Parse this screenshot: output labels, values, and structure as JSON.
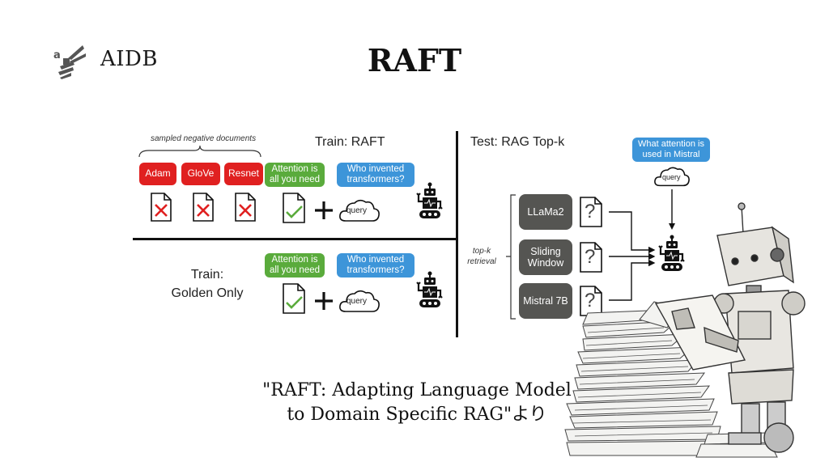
{
  "header": {
    "brand": "AIDB",
    "title": "RAFT",
    "logo_icon": "bee-logo-icon"
  },
  "diagram": {
    "train_raft": {
      "title": "Train: RAFT",
      "negatives_label": "sampled negative documents",
      "negative_docs": [
        "Adam",
        "GloVe",
        "Resnet"
      ],
      "golden_doc": "Attention is all you need",
      "question": "Who invented transformers?",
      "query_label": "query"
    },
    "train_golden": {
      "title_line1": "Train:",
      "title_line2": "Golden Only",
      "golden_doc": "Attention is all you need",
      "question": "Who invented transformers?",
      "query_label": "query"
    },
    "test_rag": {
      "title": "Test: RAG Top-k",
      "question": "What attention is used in Mistral",
      "query_label": "query",
      "retrieval_label_line1": "top-k",
      "retrieval_label_line2": "retrieval",
      "retrieved_docs": [
        "LLaMa2",
        "Sliding Window",
        "Mistral 7B"
      ],
      "doc_mark": "?"
    },
    "colors": {
      "negative": "#e02020",
      "golden": "#5aab3c",
      "question": "#3d95d9",
      "retrieved": "#555552"
    }
  },
  "caption": {
    "line1": "\"RAFT: Adapting Language Model",
    "line2": "to Domain Specific RAG\"より"
  }
}
